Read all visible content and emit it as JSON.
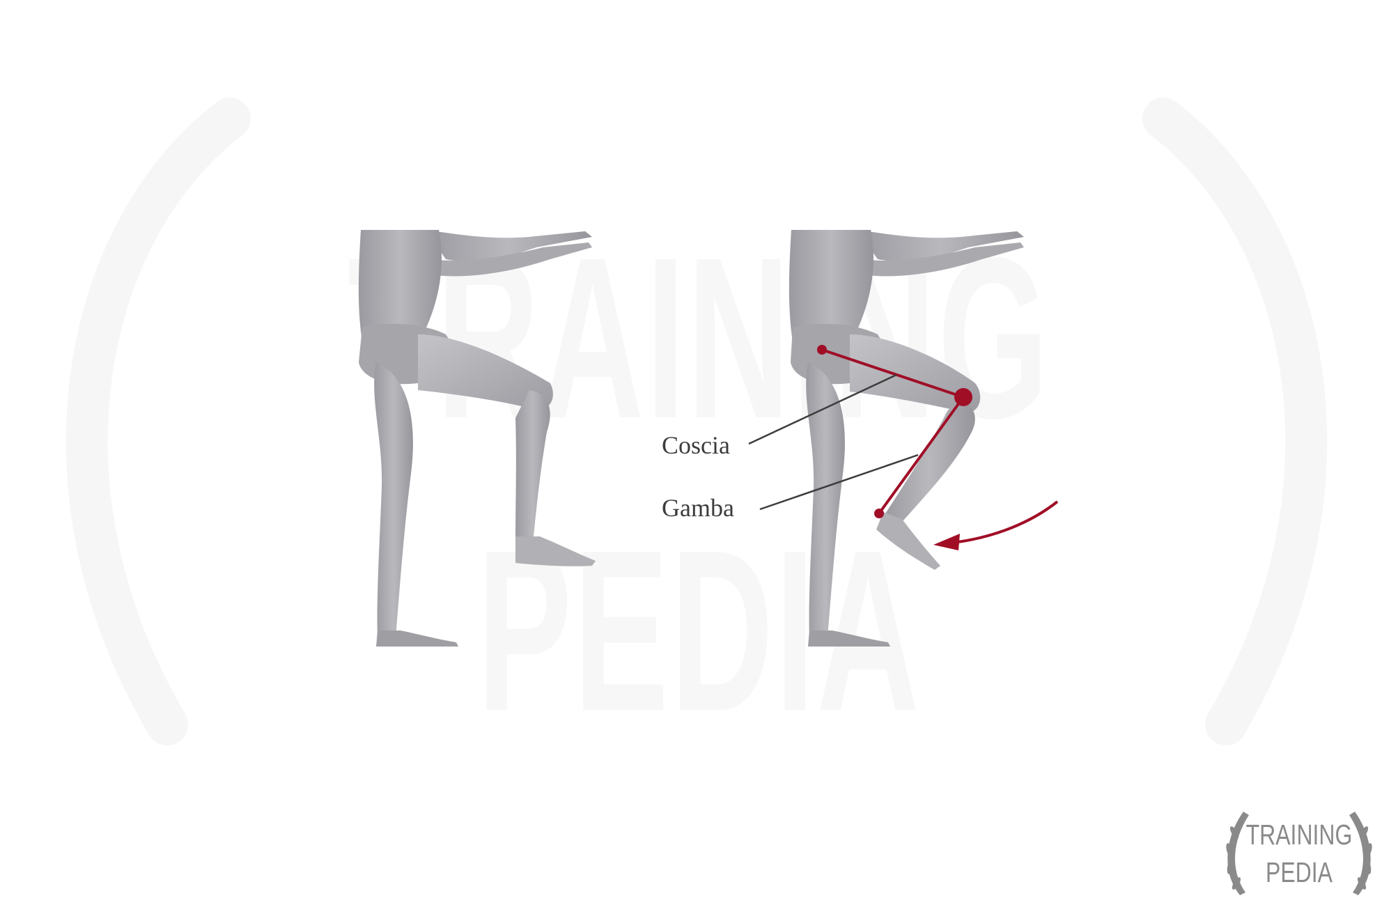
{
  "watermark": {
    "line1": "TRAINING",
    "line2": "PEDIA"
  },
  "labels": {
    "thigh": "Coscia",
    "leg": "Gamba"
  },
  "logo": {
    "line1": "TRAINING",
    "line2": "PEDIA"
  },
  "colors": {
    "body": "#a7a7ac",
    "body_shadow": "#8c8c92",
    "accent": "#a00e26",
    "leader_line": "#3c3c3c",
    "logo": "#8a8a8a"
  },
  "icons": {
    "logo": "laurel-wreath-icon",
    "arrow": "curved-arrow-icon"
  }
}
